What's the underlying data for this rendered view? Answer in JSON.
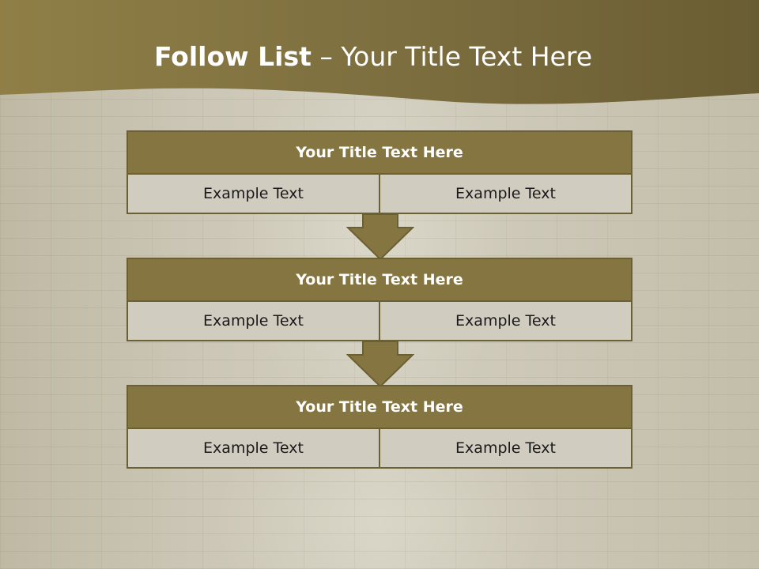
{
  "slide": {
    "title_bold": "Follow List",
    "title_rest": "– Your Title Text Here"
  },
  "steps": [
    {
      "title": "Your Title Text Here",
      "left": "Example Text",
      "right": "Example Text"
    },
    {
      "title": "Your Title Text Here",
      "left": "Example Text",
      "right": "Example Text"
    },
    {
      "title": "Your Title Text Here",
      "left": "Example Text",
      "right": "Example Text"
    }
  ],
  "colors": {
    "banner": "#857641",
    "header_fill": "#857641",
    "cell_fill": "#d0ccc0",
    "border": "#6b5f34"
  }
}
